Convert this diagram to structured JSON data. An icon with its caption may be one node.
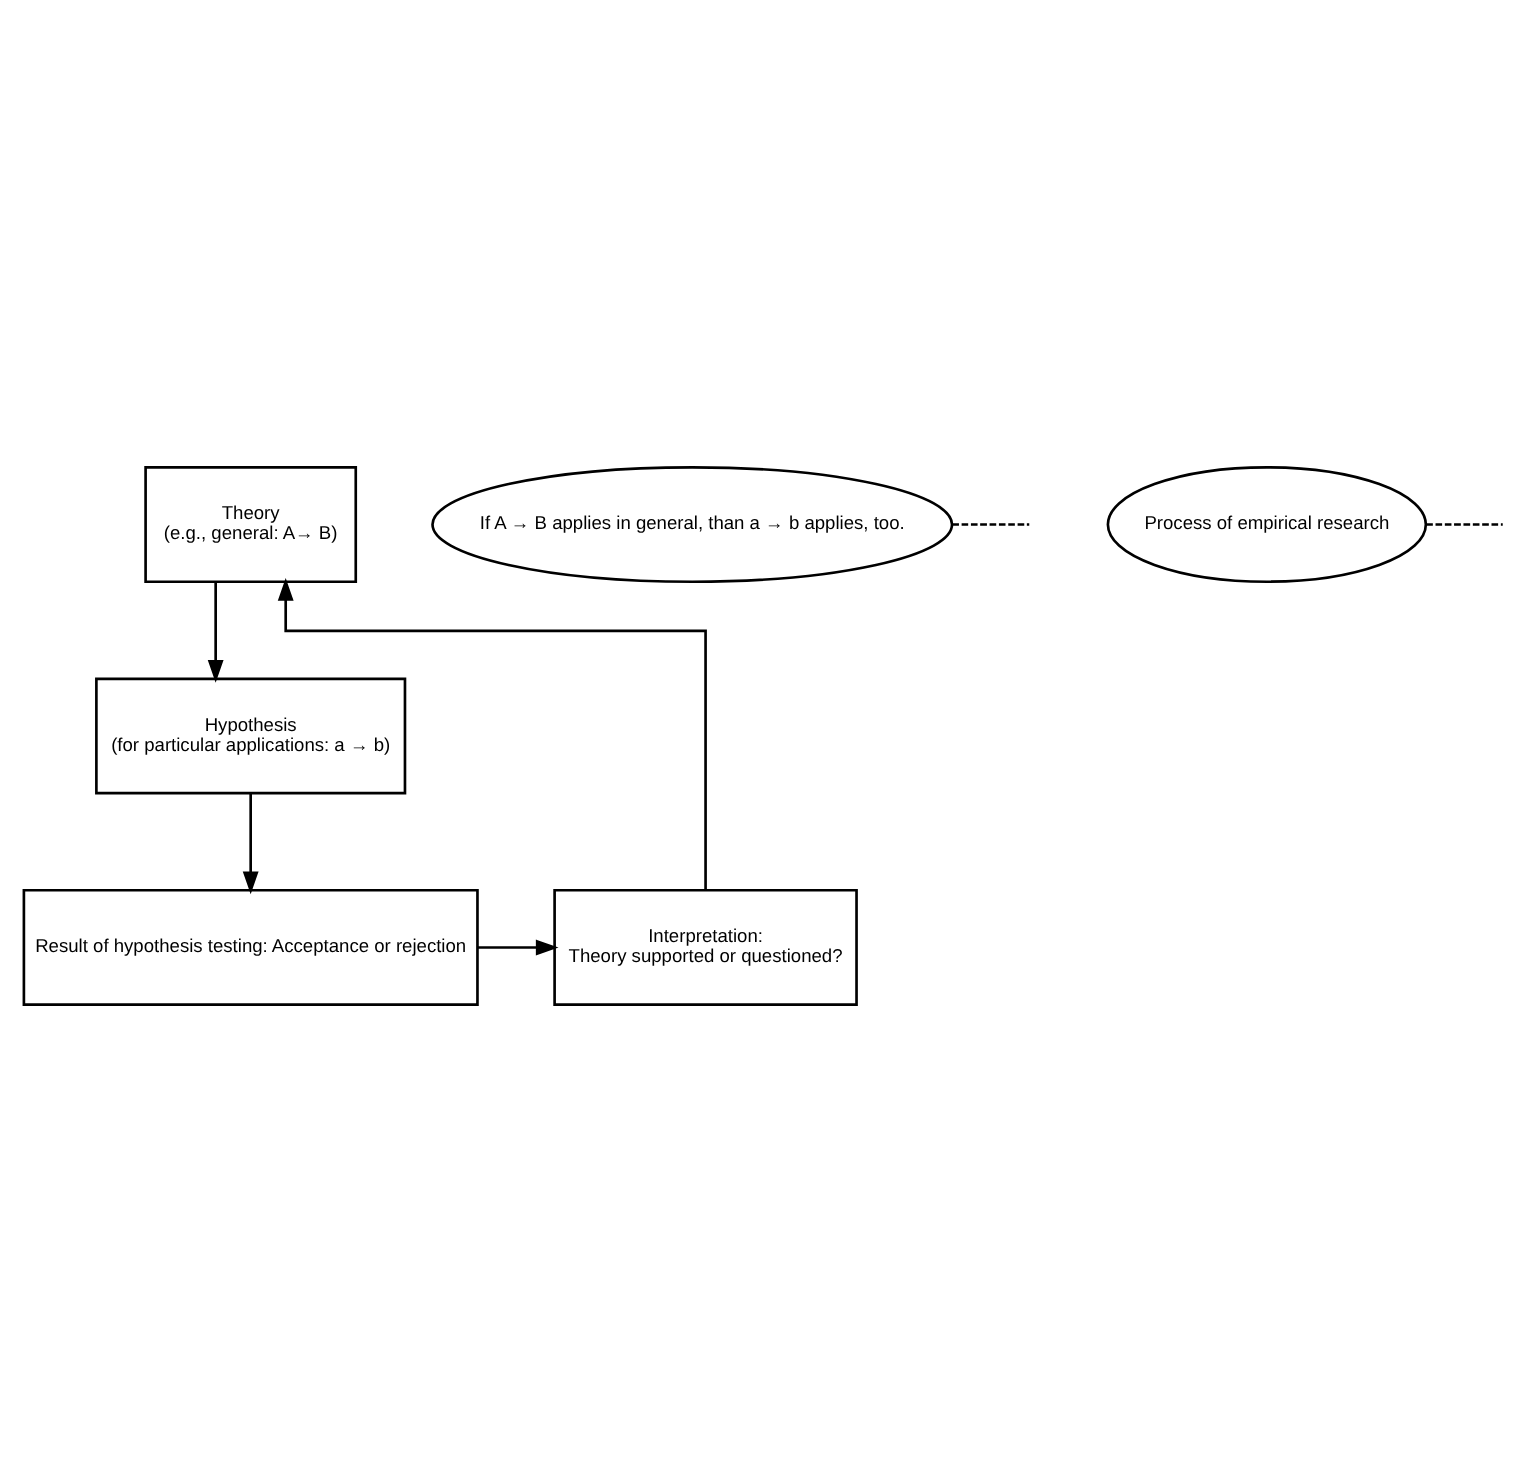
{
  "diagram": {
    "nodes": [
      {
        "text": [
          "Theory",
          "(e.g., general: A→ B)"
        ]
      },
      {
        "text": [
          "If A → B applies in general, than a → b applies, too."
        ]
      },
      {
        "text": [
          "Hypothesis",
          "(for particular applications: a → b)"
        ]
      },
      {
        "text": [
          "Process of empirical research"
        ]
      },
      {
        "text": [
          "Result of hypothesis testing: Acceptance or rejection"
        ]
      },
      {
        "text": [
          "Interpretation:",
          "Theory supported or questioned?"
        ]
      }
    ],
    "edges": [
      {
        "from": 0,
        "to": 2,
        "arrow": "to"
      },
      {
        "from": 1,
        "to": null,
        "arrow": "none",
        "style": "dashed"
      },
      {
        "from": 2,
        "to": 4,
        "arrow": "to"
      },
      {
        "from": 3,
        "to": null,
        "arrow": "none",
        "style": "dashed"
      },
      {
        "from": 4,
        "to": 5,
        "arrow": "to"
      },
      {
        "from": 5,
        "to": 0,
        "arrow": "to"
      }
    ]
  }
}
